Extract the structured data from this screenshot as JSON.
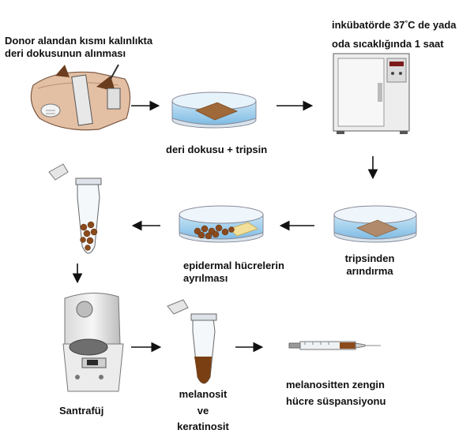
{
  "labels": {
    "donor_line1": "Donor alandan kısmı kalınlıkta",
    "donor_line2": "deri dokusunun alınması",
    "trypsin": "deri dokusu + tripsin",
    "incubator_pre": "inkübatörde 37",
    "incubator_deg": "°",
    "incubator_unit": "C de yada",
    "incubator_line2": "oda sıcaklığında 1 saat",
    "wash_line1": "tripsinden",
    "wash_line2": "arındırma",
    "epidermal_line1": "epidermal hücrelerin",
    "epidermal_line2": "ayrılması",
    "centrifuge": "Santrafüj",
    "cells_line1": "melanosit",
    "cells_line2": "ve",
    "cells_line3": "keratinosit",
    "suspension_line1": "melanositten zengin",
    "suspension_line2": "hücre süspansiyonu"
  },
  "icons": [
    "skin-harvest-icon",
    "petri-dish-icon",
    "incubator-icon",
    "tube-icon",
    "centrifuge-icon",
    "syringe-icon",
    "arrow-icon"
  ],
  "colors": {
    "liquid": "#a9d3ee",
    "tissue": "#a0693a",
    "cells": "#8b4a1c",
    "arrow": "#111111"
  }
}
